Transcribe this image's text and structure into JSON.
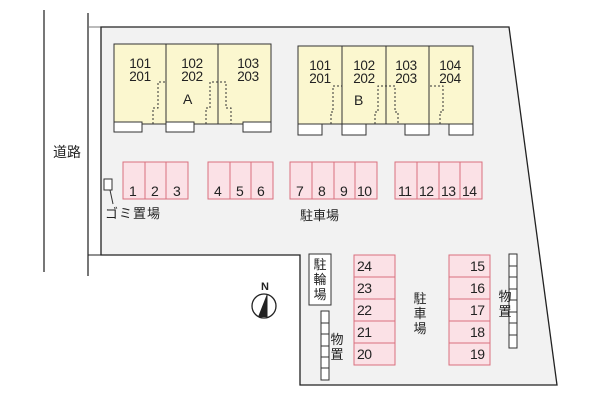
{
  "colors": {
    "site_fill": "#f2f2f2",
    "building_fill": "#fbf7cf",
    "parking_fill": "#fbe1e6",
    "parking_stroke": "#d9707e",
    "outline": "#222222",
    "road_line": "#777777"
  },
  "road": {
    "label": "道路"
  },
  "buildings": [
    {
      "name": "A",
      "letter": "A",
      "units": [
        {
          "upper": "101",
          "lower": "201"
        },
        {
          "upper": "102",
          "lower": "202"
        },
        {
          "upper": "103",
          "lower": "203"
        }
      ]
    },
    {
      "name": "B",
      "letter": "B",
      "units": [
        {
          "upper": "101",
          "lower": "201"
        },
        {
          "upper": "102",
          "lower": "202"
        },
        {
          "upper": "103",
          "lower": "203"
        },
        {
          "upper": "104",
          "lower": "204"
        }
      ]
    }
  ],
  "garbage": {
    "label": "ゴミ置場"
  },
  "parking": {
    "label_top": "駐車場",
    "label_right": "駐車場",
    "top_row_spots": [
      "1",
      "2",
      "3",
      "4",
      "5",
      "6",
      "7",
      "8",
      "9",
      "10",
      "11",
      "12",
      "13",
      "14"
    ],
    "right_column_spots": [
      "15",
      "16",
      "17",
      "18",
      "19"
    ],
    "center_column_spots": [
      "24",
      "23",
      "22",
      "21",
      "20"
    ]
  },
  "bicycle_parking": {
    "label": "駐輪場"
  },
  "storage": [
    {
      "label": "物置",
      "position": "center"
    },
    {
      "label": "物置",
      "position": "right"
    }
  ],
  "compass": {
    "label": "N"
  }
}
